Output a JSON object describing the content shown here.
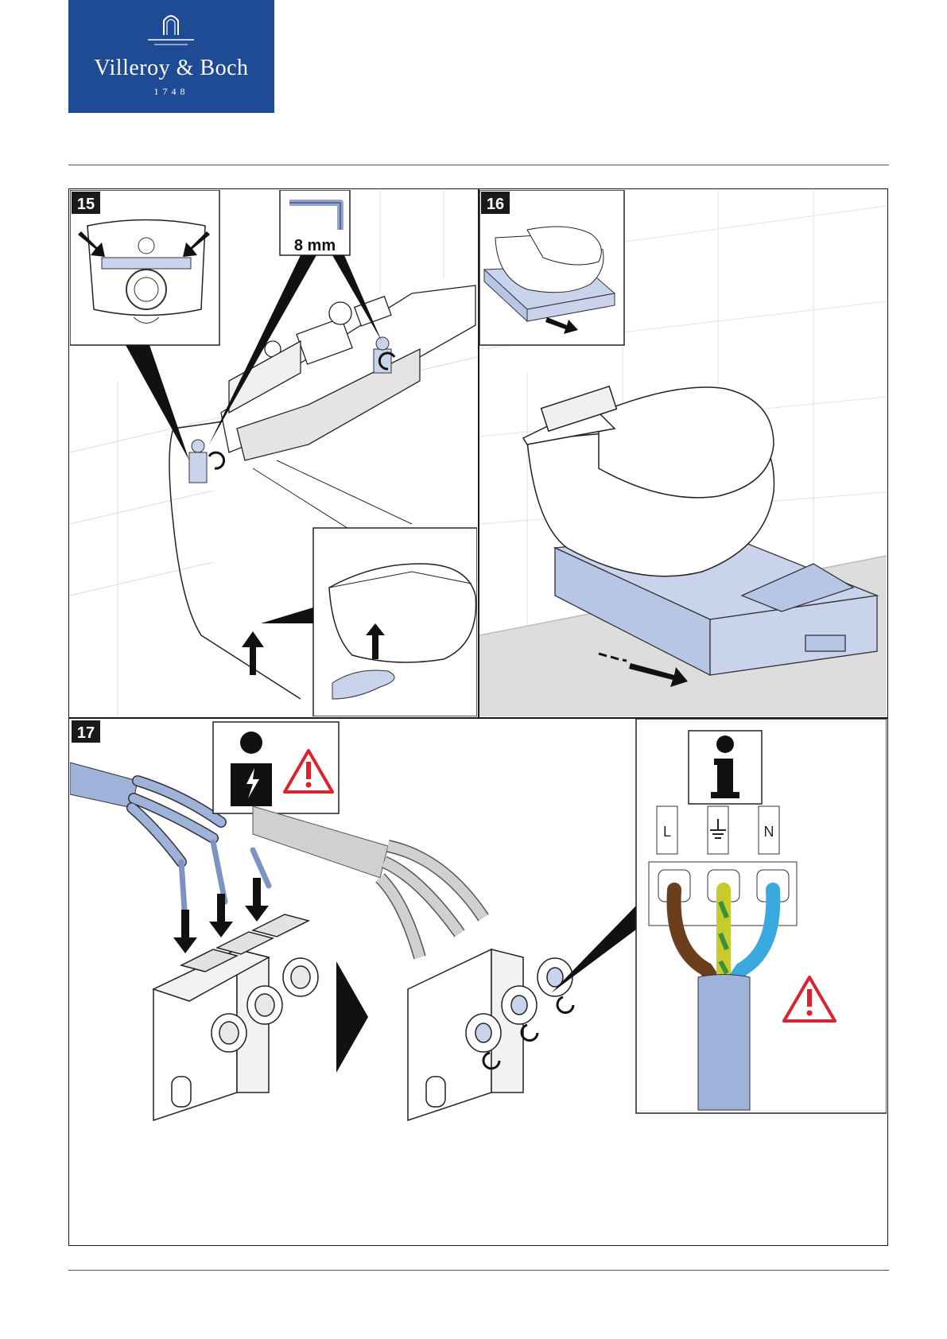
{
  "brand": {
    "name": "Villeroy & Boch",
    "year": "1748"
  },
  "steps": [
    {
      "number": "15",
      "tool_label": "8 mm"
    },
    {
      "number": "16"
    },
    {
      "number": "17",
      "terminal_labels": [
        "L",
        "N"
      ]
    }
  ],
  "colors": {
    "brand_blue": "#1f4a94",
    "frame_blue": "#c9d3ec",
    "cable_blue": "#9fb3da",
    "warning_red": "#d9232d",
    "wire_brown": "#6b3f1d",
    "wire_earth": "#c7cc2c",
    "wire_blue": "#3aa9e0"
  },
  "icons": [
    "hex-key-icon",
    "electrician-icon",
    "warning-icon",
    "info-icon",
    "earth-ground-icon"
  ]
}
